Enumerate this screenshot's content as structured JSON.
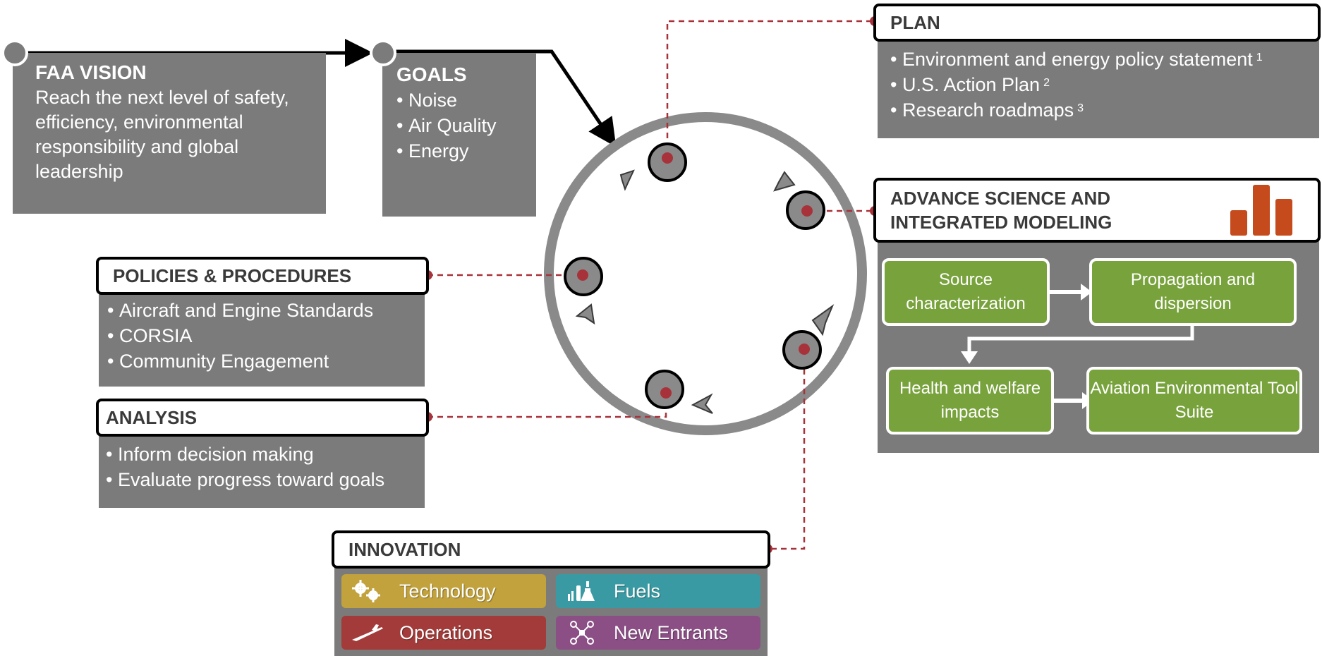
{
  "faa_vision": {
    "title": "FAA VISION",
    "text": "Reach the next level of safety, efficiency, environmental responsibility and global leadership"
  },
  "goals": {
    "title": "GOALS",
    "items": [
      "Noise",
      "Air Quality",
      "Energy"
    ]
  },
  "plan": {
    "title": "PLAN",
    "items": [
      {
        "text": "Environment and energy policy statement",
        "ref": "1"
      },
      {
        "text": "U.S. Action Plan",
        "ref": "2"
      },
      {
        "text": "Research roadmaps",
        "ref": "3"
      }
    ]
  },
  "science": {
    "title_line1": "ADVANCE SCIENCE AND",
    "title_line2": "INTEGRATED MODELING",
    "chart_icon": "bar-chart-icon",
    "steps": {
      "source": "Source characterization",
      "propagation": "Propagation and dispersion",
      "health": "Health and welfare impacts",
      "aets": "Aviation Environmental Tool Suite"
    }
  },
  "policies": {
    "title": "POLICIES & PROCEDURES",
    "items": [
      "Aircraft and Engine Standards",
      "CORSIA",
      "Community Engagement"
    ]
  },
  "analysis": {
    "title": "ANALYSIS",
    "items": [
      "Inform decision making",
      "Evaluate progress toward goals"
    ]
  },
  "innovation": {
    "title": "INNOVATION",
    "tiles": [
      {
        "label": "Technology",
        "icon": "gears-icon",
        "color": "#c2a23d"
      },
      {
        "label": "Fuels",
        "icon": "fuel-lab-icon",
        "color": "#3a9aa3"
      },
      {
        "label": "Operations",
        "icon": "airplane-icon",
        "color": "#a23b39"
      },
      {
        "label": "New Entrants",
        "icon": "drone-icon",
        "color": "#8b4f86"
      }
    ]
  },
  "colors": {
    "panel_gray": "#7b7b7b",
    "green": "#78a23c",
    "connector_red": "#a8323a",
    "chart_orange": "#c54a1c",
    "cycle_gray": "#8a8a8a"
  }
}
